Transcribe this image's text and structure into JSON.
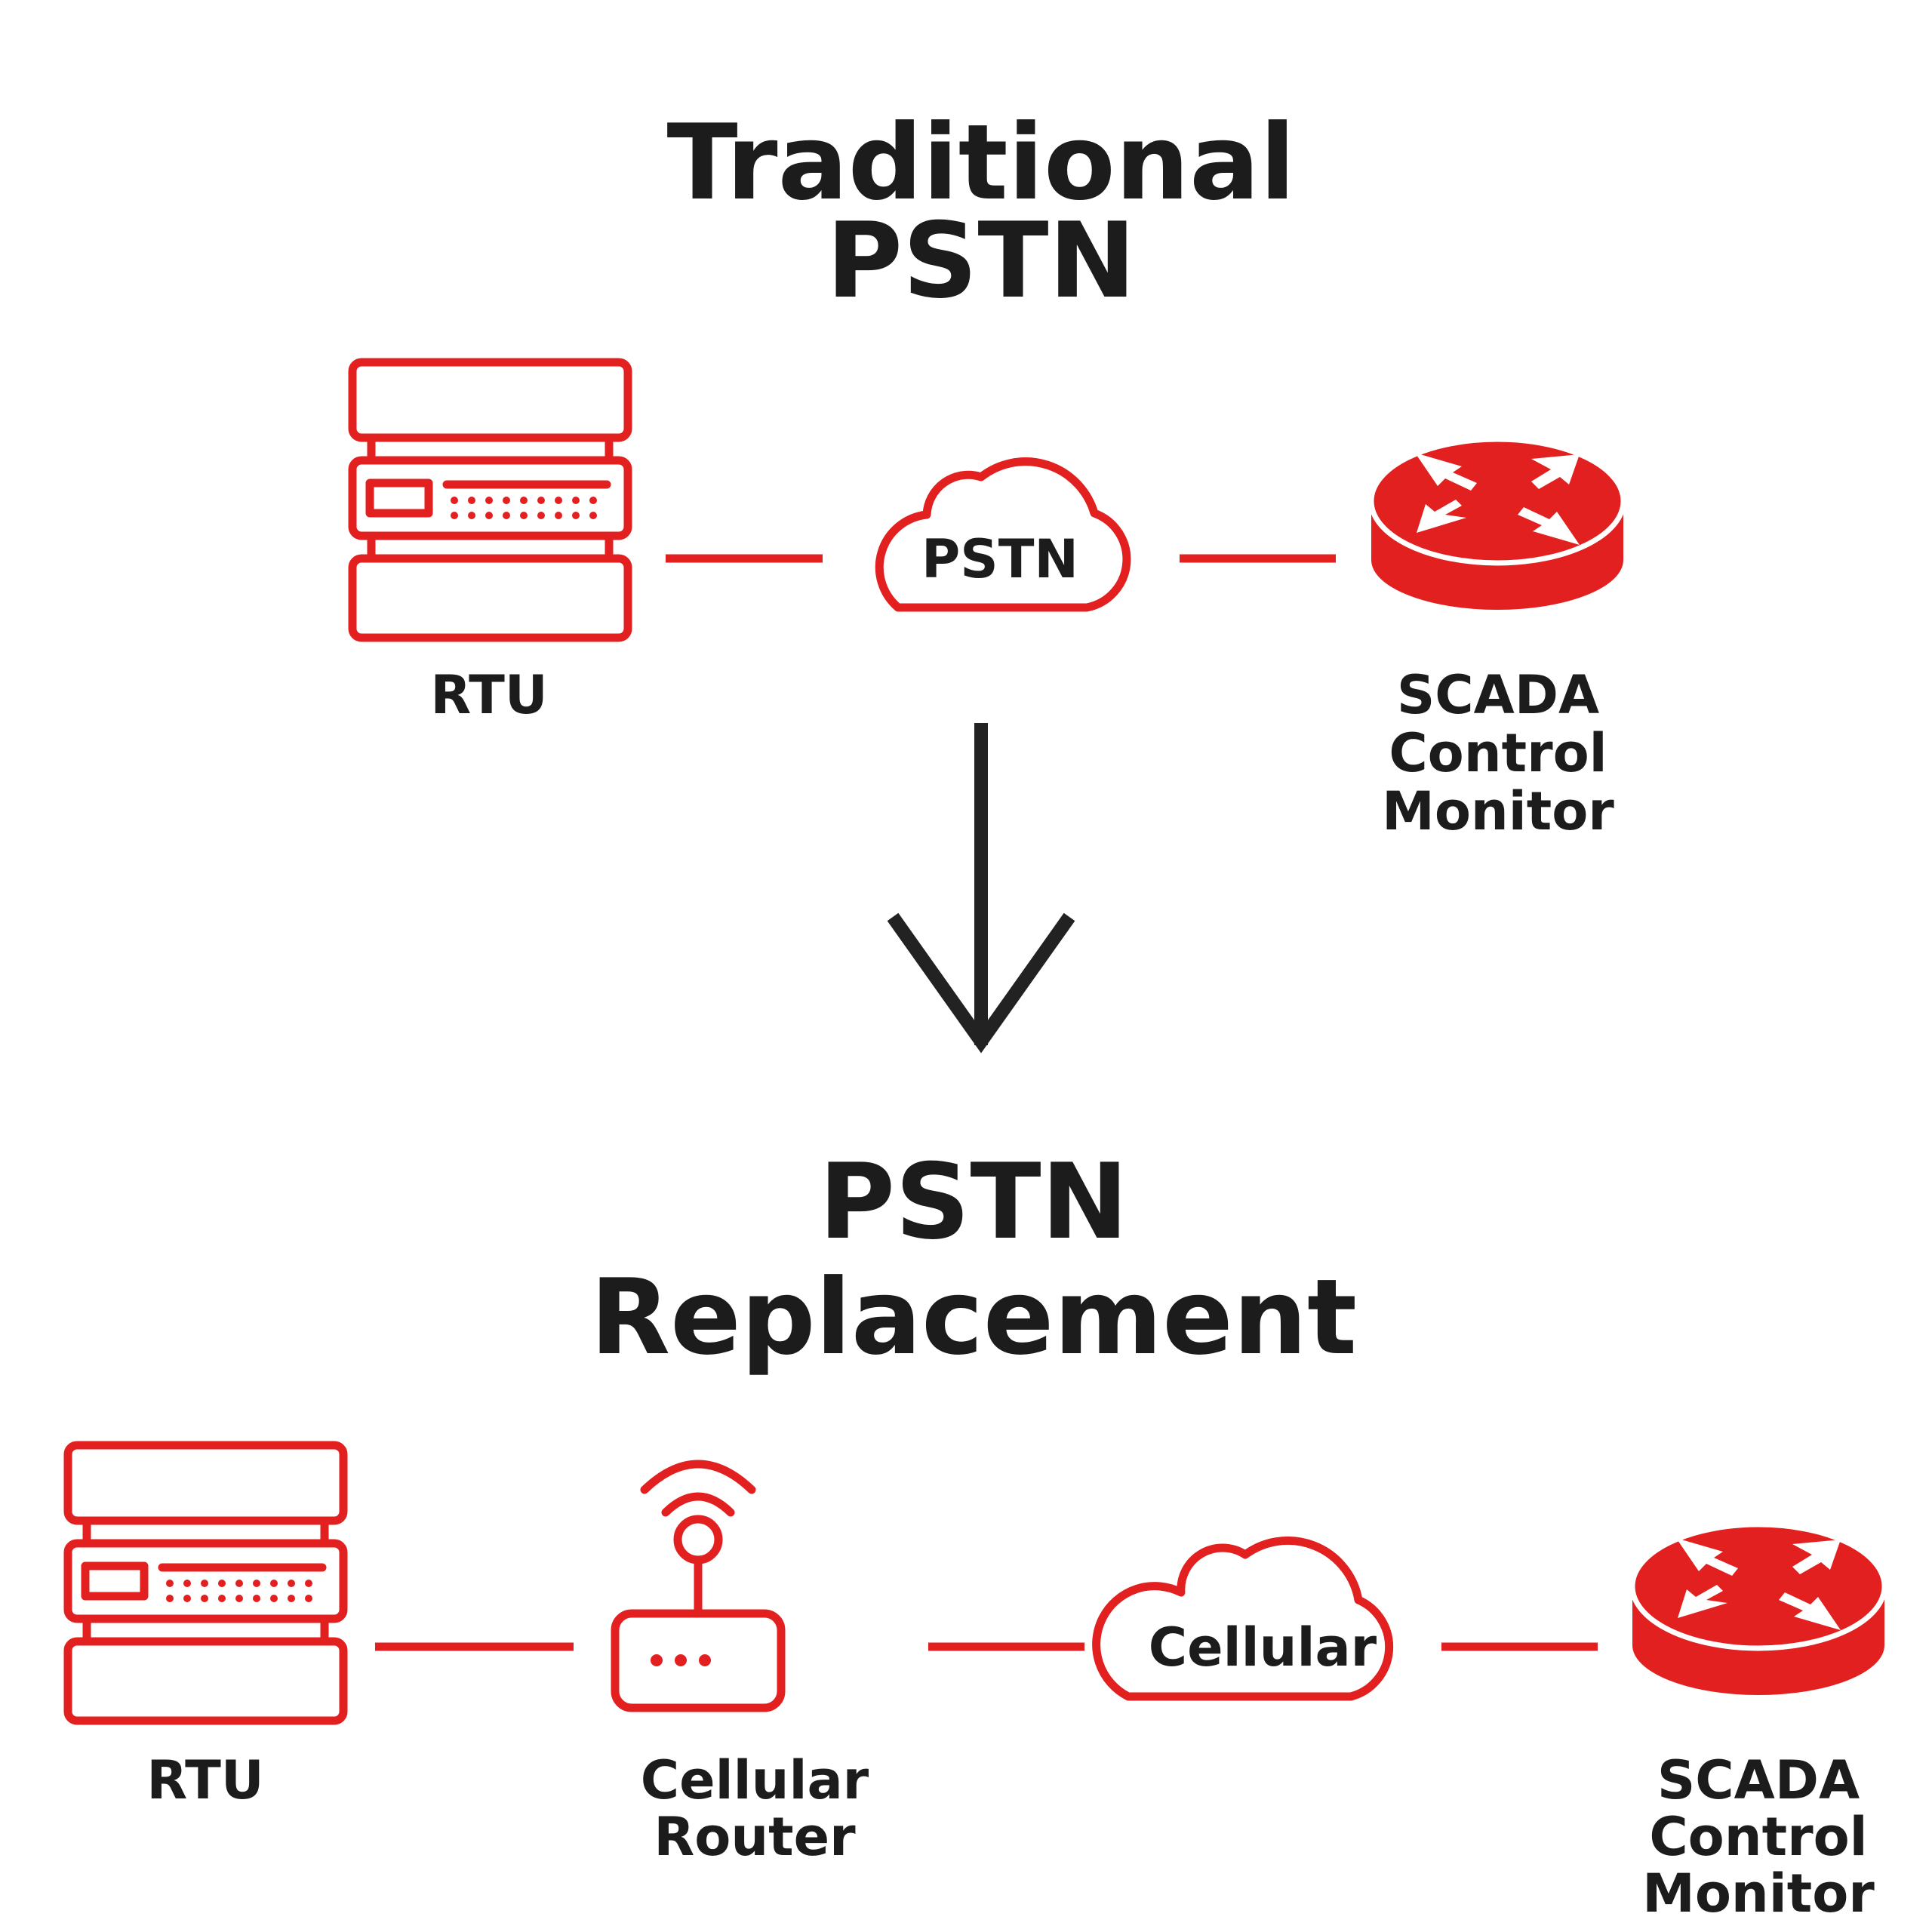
{
  "top_section": {
    "title_line1": "Traditional",
    "title_line2": "PSTN",
    "rtu_label": "RTU",
    "cloud_label": "PSTN",
    "scada_label_line1": "SCADA",
    "scada_label_line2": "Control",
    "scada_label_line3": "Monitor"
  },
  "bottom_section": {
    "title_line1": "PSTN",
    "title_line2": "Replacement",
    "rtu_label": "RTU",
    "router_label_line1": "Cellular",
    "router_label_line2": "Router",
    "cloud_label": "Cellular",
    "scada_label_line1": "SCADA",
    "scada_label_line2": "Control",
    "scada_label_line3": "Monitor"
  },
  "colors": {
    "accent": "#e32020",
    "text": "#1c1c1c",
    "arrow": "#222222",
    "background": "#ffffff"
  },
  "icons": [
    "rtu-icon",
    "cloud-icon",
    "scada-router-icon",
    "cellular-router-icon",
    "down-arrow-icon"
  ]
}
